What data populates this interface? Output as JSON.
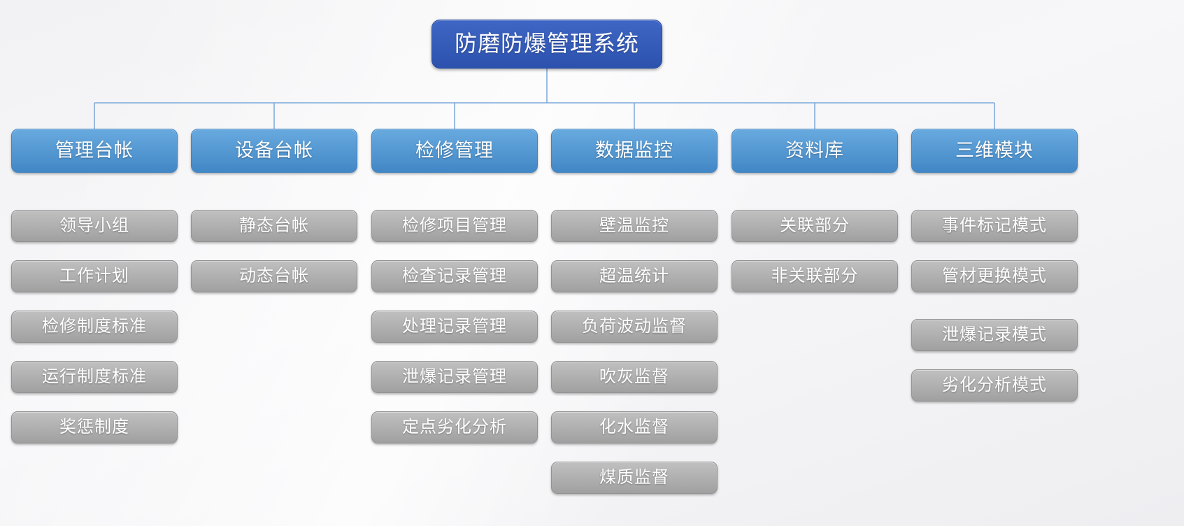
{
  "diagram": {
    "title": "防磨防爆管理系统",
    "columns": [
      {
        "label": "管理台帐",
        "children": [
          "领导小组",
          "工作计划",
          "检修制度标准",
          "运行制度标准",
          "奖惩制度"
        ]
      },
      {
        "label": "设备台帐",
        "children": [
          "静态台帐",
          "动态台帐"
        ]
      },
      {
        "label": "检修管理",
        "children": [
          "检修项目管理",
          "检查记录管理",
          "处理记录管理",
          "泄爆记录管理",
          "定点劣化分析"
        ]
      },
      {
        "label": "数据监控",
        "children": [
          "壁温监控",
          "超温统计",
          "负荷波动监督",
          "吹灰监督",
          "化水监督",
          "煤质监督"
        ]
      },
      {
        "label": "资料库",
        "children": [
          "关联部分",
          "非关联部分"
        ]
      },
      {
        "label": "三维模块",
        "children": [
          "事件标记模式",
          "管材更换模式",
          "泄爆记录模式",
          "劣化分析模式"
        ]
      }
    ]
  },
  "colors": {
    "root_top": "#4066c5",
    "root_bottom": "#2c52ae",
    "branch_top": "#68aadf",
    "branch_bottom": "#4287c6",
    "leaf_top": "#c0c0c0",
    "leaf_bottom": "#a0a0a0",
    "connector": "#7aa7d9",
    "background": "#f5f5f7",
    "text": "#ffffff"
  }
}
